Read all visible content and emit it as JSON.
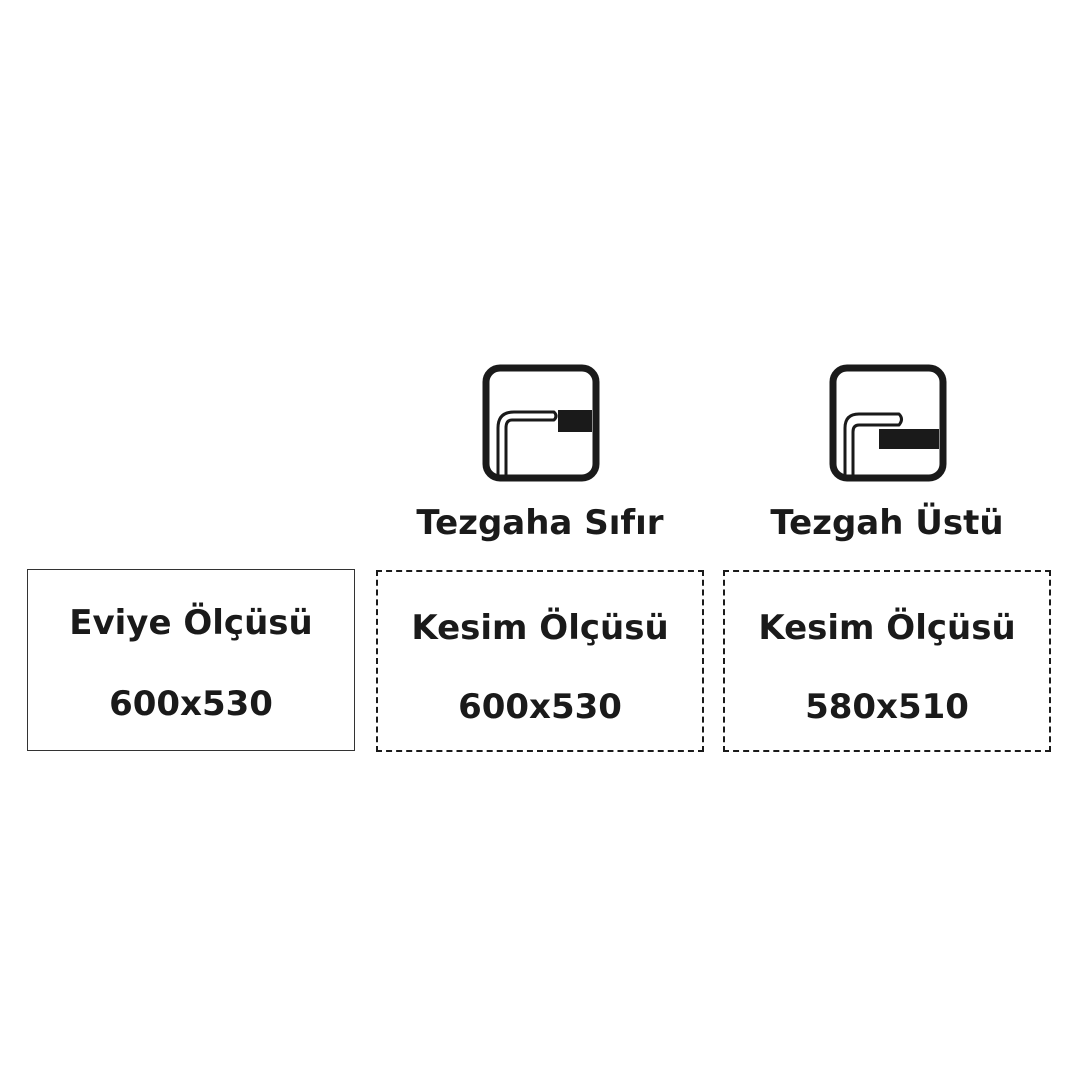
{
  "colors": {
    "text": "#1a1a1a",
    "background": "#ffffff",
    "border": "#333333"
  },
  "icons": {
    "flush": "flush-mount-sink-icon",
    "top": "top-mount-sink-icon"
  },
  "sink": {
    "label": "Eviye Ölçüsü",
    "value": "600x530"
  },
  "columns": [
    {
      "title": "Tezgaha Sıfır",
      "label": "Kesim Ölçüsü",
      "value": "600x530"
    },
    {
      "title": "Tezgah Üstü",
      "label": "Kesim Ölçüsü",
      "value": "580x510"
    }
  ]
}
